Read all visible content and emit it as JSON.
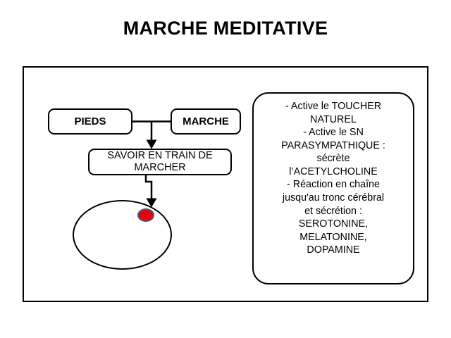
{
  "slide": {
    "title": "MARCHE MEDITATIVE",
    "background_color": "#ffffff",
    "line_color": "#000000"
  },
  "diagram": {
    "type": "flowchart",
    "boxes": [
      {
        "id": "pieds",
        "label": "PIEDS"
      },
      {
        "id": "marche",
        "label": "MARCHE"
      },
      {
        "id": "savoir",
        "label": "SAVOIR EN TRAIN DE MARCHER"
      }
    ],
    "shapes": {
      "head_ellipse": {
        "name": "head-ellipse",
        "label": ""
      },
      "brain_dot": {
        "name": "brain-dot",
        "label": "",
        "fill_color": "#e8000d",
        "outline_color": "#4a5878"
      }
    },
    "connectors": [
      {
        "from": "pieds",
        "to": "savoir",
        "style": "elbow-arrow"
      },
      {
        "from": "marche",
        "to": "savoir",
        "style": "elbow-arrow"
      },
      {
        "from": "savoir",
        "to": "head-ellipse",
        "style": "stepped-arrow"
      }
    ]
  },
  "info_panel": {
    "lines": [
      "- Active le TOUCHER",
      "NATUREL",
      "- Active le SN",
      "PARASYMPATHIQUE :",
      "sécrète",
      "l’ACETYLCHOLINE",
      "- Réaction en chaîne",
      "jusqu'au tronc cérébral",
      "et sécrétion :",
      "SEROTONINE,",
      "MELATONINE,",
      "DOPAMINE"
    ],
    "text": "- Active le TOUCHER\nNATUREL\n- Active le SN\nPARASYMPATHIQUE :\nsécrète\nl’ACETYLCHOLINE\n- Réaction en chaîne\njusqu'au tronc cérébral\net sécrétion :\nSEROTONINE,\nMELATONINE,\nDOPAMINE"
  }
}
